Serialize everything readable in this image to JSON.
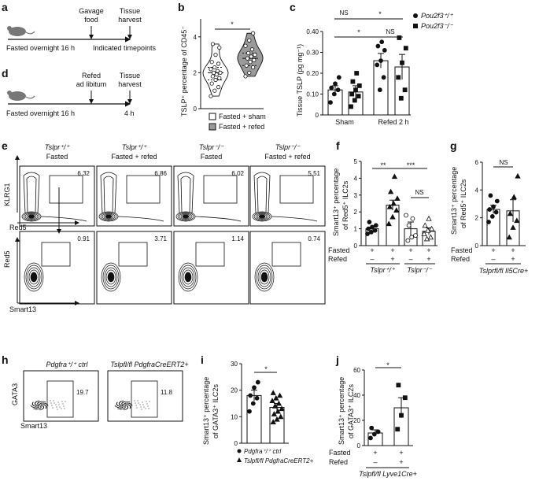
{
  "panels": {
    "a": "a",
    "b": "b",
    "c": "c",
    "d": "d",
    "e": "e",
    "f": "f",
    "g": "g",
    "h": "h",
    "i": "i",
    "j": "j"
  },
  "panel_a": {
    "event1": "Gavage",
    "event1b": "food",
    "event2": "Tissue",
    "event2b": "harvest",
    "left": "Fasted overnight 16 h",
    "right": "Indicated timepoints"
  },
  "panel_d": {
    "event1": "Refed",
    "event1b": "ad libitum",
    "event2": "Tissue",
    "event2b": "harvest",
    "left": "Fasted overnight 16 h",
    "right": "4 h"
  },
  "panel_b": {
    "ylabel": "TSLP⁺ percentage of CD45⁻",
    "sig": "*",
    "legend": [
      "Fasted + sham",
      "Fasted + refed"
    ]
  },
  "panel_c": {
    "ylabel": "Tissue TSLP (pg mg⁻¹)",
    "ticks": [
      "0",
      "0.10",
      "0.20",
      "0.30",
      "0.40"
    ],
    "groups": [
      "Sham",
      "Refed 2 h"
    ],
    "sig": [
      "NS",
      "*",
      "*",
      "NS"
    ],
    "legend": [
      "Pou2f3⁺/⁺",
      "Pou2f3⁻/⁻"
    ]
  },
  "panel_e": {
    "genotypes": [
      "Tslpr⁺/⁺",
      "Tslpr⁺/⁺",
      "Tslpr⁻/⁻",
      "Tslpr⁻/⁻"
    ],
    "conditions": [
      "Fasted",
      "Fasted + refed",
      "Fasted",
      "Fasted + refed"
    ],
    "top_values": [
      "6.32",
      "6.86",
      "6.02",
      "5.51"
    ],
    "bottom_values": [
      "0.91",
      "3.71",
      "1.14",
      "0.74"
    ],
    "top_ylabel": "KLRG1",
    "top_xlabel": "Red5",
    "bottom_ylabel": "Red5",
    "bottom_xlabel": "Smart13"
  },
  "panel_f": {
    "ylabel1": "Smart13⁺ percentage",
    "ylabel2": "of Red5⁺ ILC2s",
    "ticks": [
      "0",
      "1",
      "2",
      "3",
      "4",
      "5"
    ],
    "sig": [
      "**",
      "***",
      "NS"
    ],
    "fasted_row": "Fasted",
    "refed_row": "Refed",
    "fasted_signs": [
      "+",
      "+",
      "+",
      "+"
    ],
    "refed_signs": [
      "–",
      "+",
      "–",
      "+"
    ],
    "genotypes": [
      "Tslpr⁺/⁺",
      "Tslpr⁻/⁻"
    ]
  },
  "panel_g": {
    "ylabel1": "Smart13⁺ percentage",
    "ylabel2": "of Red5⁺ ILC2s",
    "ticks": [
      "0",
      "2",
      "4",
      "6"
    ],
    "sig": "NS",
    "fasted_row": "Fasted",
    "refed_row": "Refed",
    "fasted_signs": [
      "+",
      "+"
    ],
    "refed_signs": [
      "–",
      "+"
    ],
    "genotype": "Tslprfl/fl Il5Cre+"
  },
  "panel_h": {
    "titles": [
      "Pdgfra⁺/⁺ ctrl",
      "Tslpfl/fl PdgfraCreERT2+"
    ],
    "values": [
      "19.7",
      "11.8"
    ],
    "ylabel": "GATA3",
    "xlabel": "Smart13"
  },
  "panel_i": {
    "ylabel1": "Smart13⁺ percentage",
    "ylabel2": "of GATA3⁺ ILC2s",
    "ticks": [
      "0",
      "10",
      "20",
      "30"
    ],
    "sig": "*",
    "legend": [
      "Pdgfra⁺/⁺ ctrl",
      "Tslpfl/fl PdgfraCreERT2+"
    ]
  },
  "panel_j": {
    "ylabel1": "Smart13⁺ percentage",
    "ylabel2": "of GATA3⁺ ILC2s",
    "ticks": [
      "0",
      "20",
      "40",
      "60"
    ],
    "sig": "*",
    "fasted_row": "Fasted",
    "refed_row": "Refed",
    "fasted_signs": [
      "+",
      "+"
    ],
    "refed_signs": [
      "–",
      "+"
    ],
    "genotype": "Tslpfl/fl Lyve1Cre+"
  },
  "chart_data": [
    {
      "type": "violin",
      "panel": "b",
      "ylabel": "TSLP⁺ percentage of CD45⁻",
      "ylim": [
        0,
        5
      ],
      "ticks": [
        0,
        2,
        4
      ],
      "series": [
        {
          "name": "Fasted + sham",
          "color": "#ffffff",
          "values": [
            0.7,
            1.0,
            1.2,
            1.4,
            1.6,
            1.7,
            1.8,
            1.9,
            2.0,
            2.0,
            2.1,
            2.2,
            2.3,
            2.5,
            2.6,
            3.0,
            3.4,
            3.6
          ]
        },
        {
          "name": "Fasted + refed",
          "color": "#9a9a9a",
          "values": [
            1.8,
            2.0,
            2.3,
            2.4,
            2.6,
            2.7,
            2.8,
            2.9,
            3.0,
            3.1,
            3.3,
            3.5,
            3.8,
            4.2
          ]
        }
      ]
    },
    {
      "type": "bar",
      "panel": "c",
      "ylabel": "Tissue TSLP (pg mg⁻¹)",
      "ylim": [
        0,
        0.4
      ],
      "categories": [
        "Sham",
        "Refed 2 h"
      ],
      "series": [
        {
          "name": "Pou2f3⁺/⁺",
          "values": [
            0.12,
            0.26
          ],
          "error": [
            0.02,
            0.035
          ],
          "points": [
            [
              0.06,
              0.1,
              0.12,
              0.13,
              0.15,
              0.18
            ],
            [
              0.12,
              0.18,
              0.24,
              0.26,
              0.31,
              0.33,
              0.35
            ]
          ]
        },
        {
          "name": "Pou2f3⁻/⁻",
          "values": [
            0.11,
            0.23
          ],
          "error": [
            0.03,
            0.06
          ],
          "points": [
            [
              0.04,
              0.07,
              0.09,
              0.1,
              0.12,
              0.14,
              0.16,
              0.2
            ],
            [
              0.08,
              0.12,
              0.18,
              0.25,
              0.32,
              0.37
            ]
          ]
        }
      ]
    },
    {
      "type": "bar",
      "panel": "f",
      "ylabel": "Smart13⁺ percentage of Red5⁺ ILC2s",
      "ylim": [
        0,
        5
      ],
      "categories": [
        "Tslpr⁺/⁺ Fasted",
        "Tslpr⁺/⁺ Fasted+Refed",
        "Tslpr⁻/⁻ Fasted",
        "Tslpr⁻/⁻ Fasted+Refed"
      ],
      "values": [
        1.0,
        2.4,
        1.0,
        0.85
      ],
      "error": [
        0.1,
        0.3,
        0.4,
        0.2
      ],
      "points": [
        [
          0.7,
          0.8,
          0.9,
          1.0,
          1.1,
          1.2,
          1.4
        ],
        [
          1.3,
          1.7,
          2.1,
          2.3,
          2.5,
          2.8,
          3.2,
          4.1
        ],
        [
          0.3,
          0.5,
          0.6,
          1.2,
          1.6,
          1.8
        ],
        [
          0.4,
          0.5,
          0.7,
          0.9,
          1.0,
          1.2,
          1.6
        ]
      ]
    },
    {
      "type": "bar",
      "panel": "g",
      "ylabel": "Smart13⁺ percentage of Red5⁺ ILC2s",
      "ylim": [
        0,
        6
      ],
      "categories": [
        "Fasted",
        "Fasted+Refed"
      ],
      "values": [
        2.6,
        2.5
      ],
      "error": [
        0.3,
        0.8
      ],
      "points": [
        [
          1.7,
          2.1,
          2.4,
          2.6,
          2.8,
          3.2,
          3.6
        ],
        [
          0.6,
          1.3,
          1.8,
          2.3,
          3.5,
          5.0
        ]
      ]
    },
    {
      "type": "bar",
      "panel": "i",
      "ylabel": "Smart13⁺ percentage of GATA3⁺ ILC2s",
      "ylim": [
        0,
        30
      ],
      "categories": [
        "Pdgfra⁺/⁺ ctrl",
        "Tslpfl/fl PdgfraCreERT2+"
      ],
      "values": [
        18,
        13.5
      ],
      "error": [
        2,
        1.5
      ],
      "points": [
        [
          12,
          15,
          17,
          18,
          21,
          23
        ],
        [
          8,
          9,
          10,
          11,
          12,
          13,
          14,
          15,
          16,
          17,
          18,
          19
        ]
      ]
    },
    {
      "type": "bar",
      "panel": "j",
      "ylabel": "Smart13⁺ percentage of GATA3⁺ ILC2s",
      "ylim": [
        0,
        60
      ],
      "categories": [
        "Fasted",
        "Fasted+Refed"
      ],
      "values": [
        10,
        30
      ],
      "error": [
        2.5,
        8
      ],
      "points": [
        [
          6,
          9,
          11,
          14
        ],
        [
          13,
          24,
          38,
          48
        ]
      ]
    }
  ]
}
